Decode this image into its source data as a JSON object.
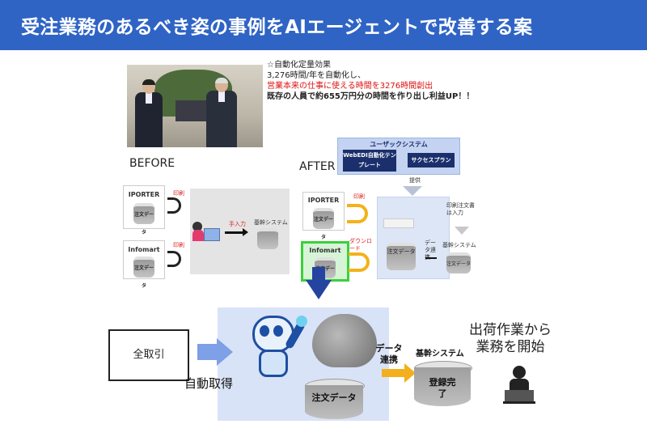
{
  "header": {
    "title": "受注業務のあるべき姿の事例をAIエージェントで改善する案"
  },
  "results": {
    "heading": "☆自動化定量効果",
    "line1": "3,276時間/年を自動化し、",
    "line2": "営業本来の仕事に使える時間を3276時間創出",
    "line3": "既存の人員で約655万円分の時間を作り出し利益UP！！"
  },
  "before": {
    "label": "BEFORE",
    "iporter": "IPORTER",
    "infomart": "Infomart",
    "order_data": "注文データ",
    "print1": "印刷",
    "print2": "印刷",
    "manual_input": "手入力",
    "core_system": "基幹システム"
  },
  "after": {
    "label": "AFTER",
    "user_system": "ユーザックシステム",
    "webedi": "WebEDI自動化テンプレート",
    "success_plan": "サクセスプラン",
    "provide": "提供",
    "iporter": "IPORTER",
    "infomart": "Infomart",
    "order_data": "注文データ",
    "print": "印刷",
    "download": "ダウンロード",
    "data_link": "データ連携",
    "core_system": "基幹システム",
    "note": "印刷注文書は入力"
  },
  "lower": {
    "all_trades": "全取引",
    "auto_acquire": "自動取得",
    "order_data": "注文データ",
    "data_link": "データ連携",
    "core_system": "基幹システム",
    "registered": "登録完了",
    "shipping_line1": "出荷作業から",
    "shipping_line2": "業務を開始"
  },
  "colors": {
    "banner": "#2f64c5",
    "accent_orange": "#f2b01e",
    "navy": "#1a2f6b"
  }
}
